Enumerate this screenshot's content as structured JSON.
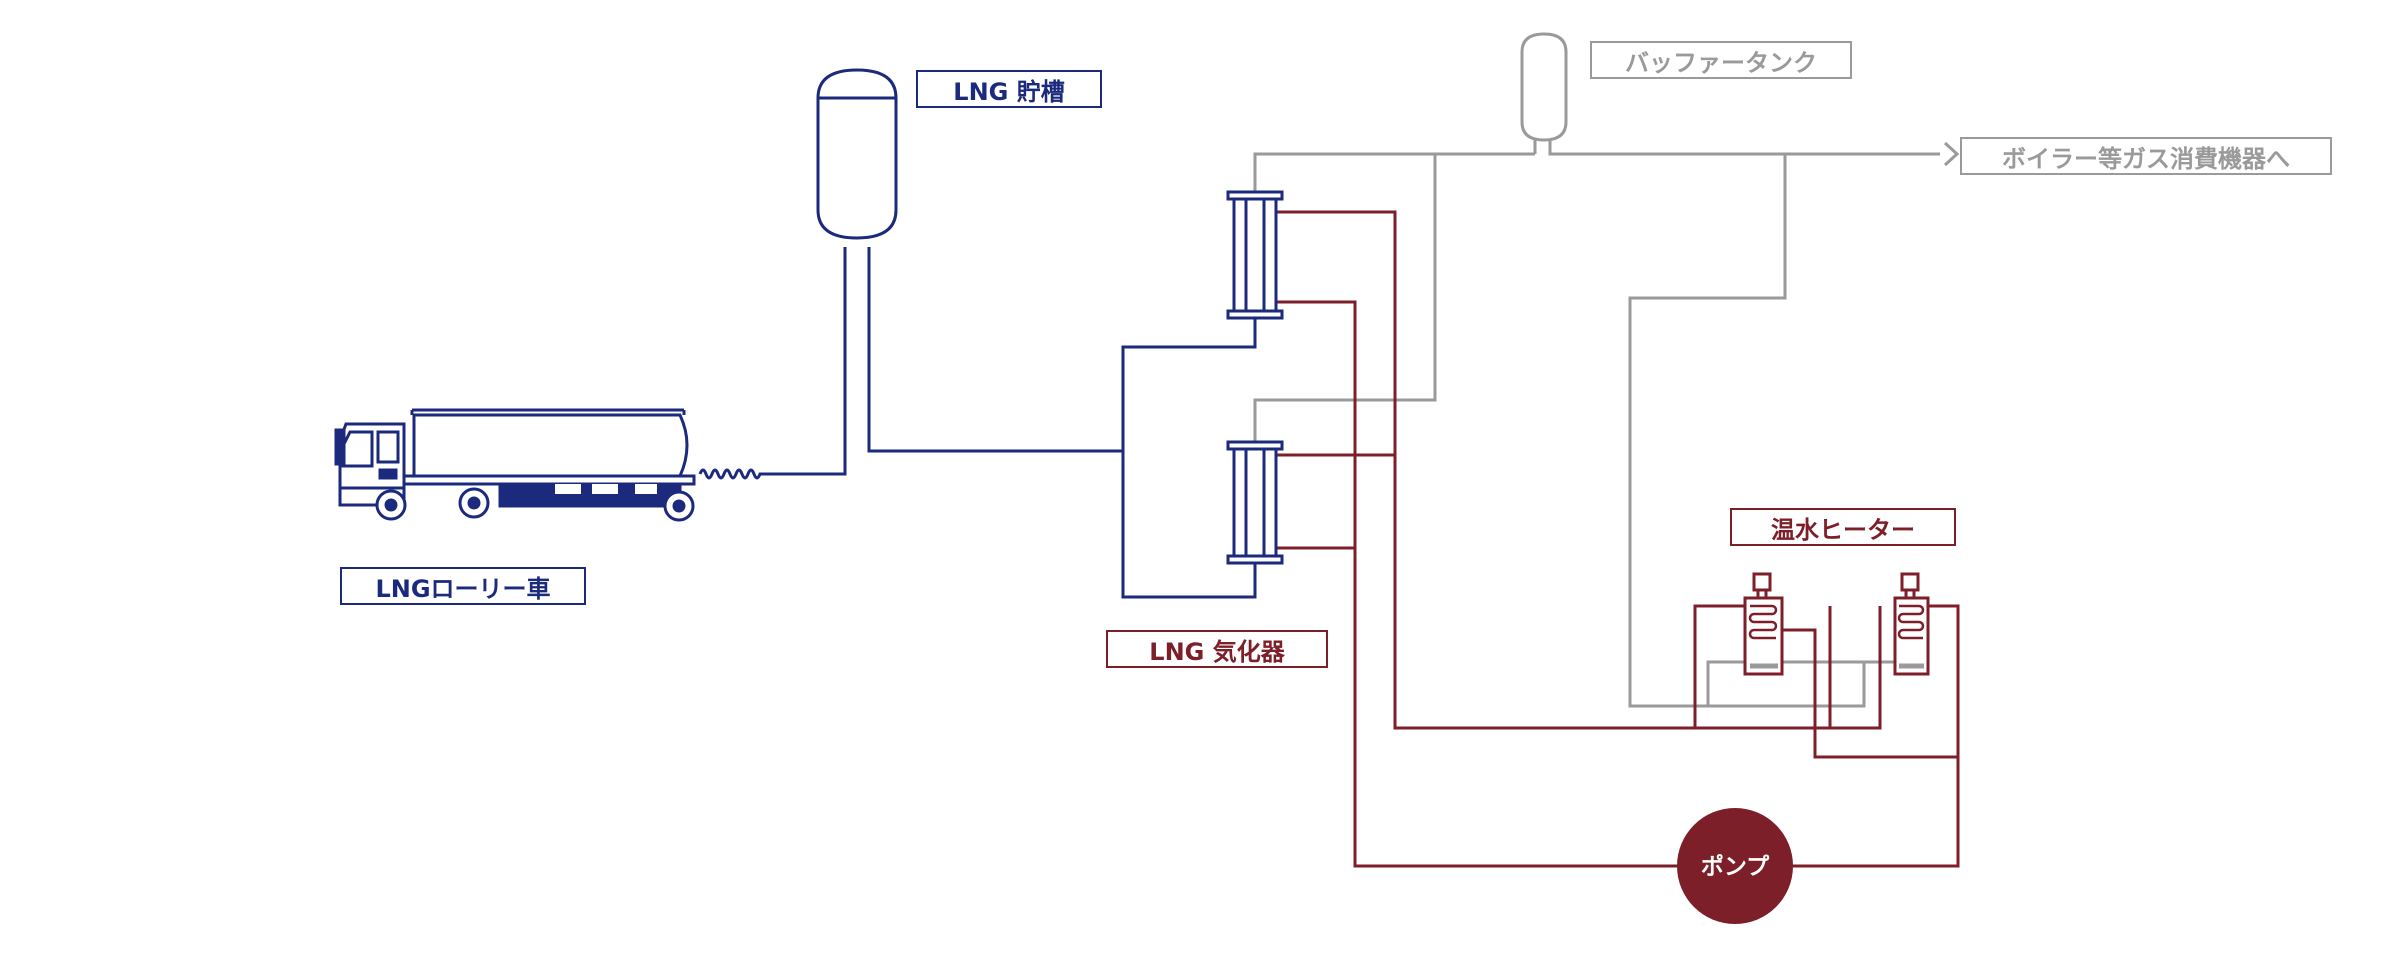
{
  "labels": {
    "lng_truck": "LNGローリー車",
    "lng_storage": "LNG 貯槽",
    "lng_vaporizer": "LNG 気化器",
    "buffer_tank": "バッファータンク",
    "to_boilers": "ボイラー等ガス消費機器へ",
    "hot_water_heater": "温水ヒーター",
    "pump": "ポンプ"
  },
  "colors": {
    "lng_line": "#1b2a7c",
    "hot_water_line": "#7d1f28",
    "gas_line": "#9a9a9a",
    "pump_fill": "#7d1f28"
  }
}
